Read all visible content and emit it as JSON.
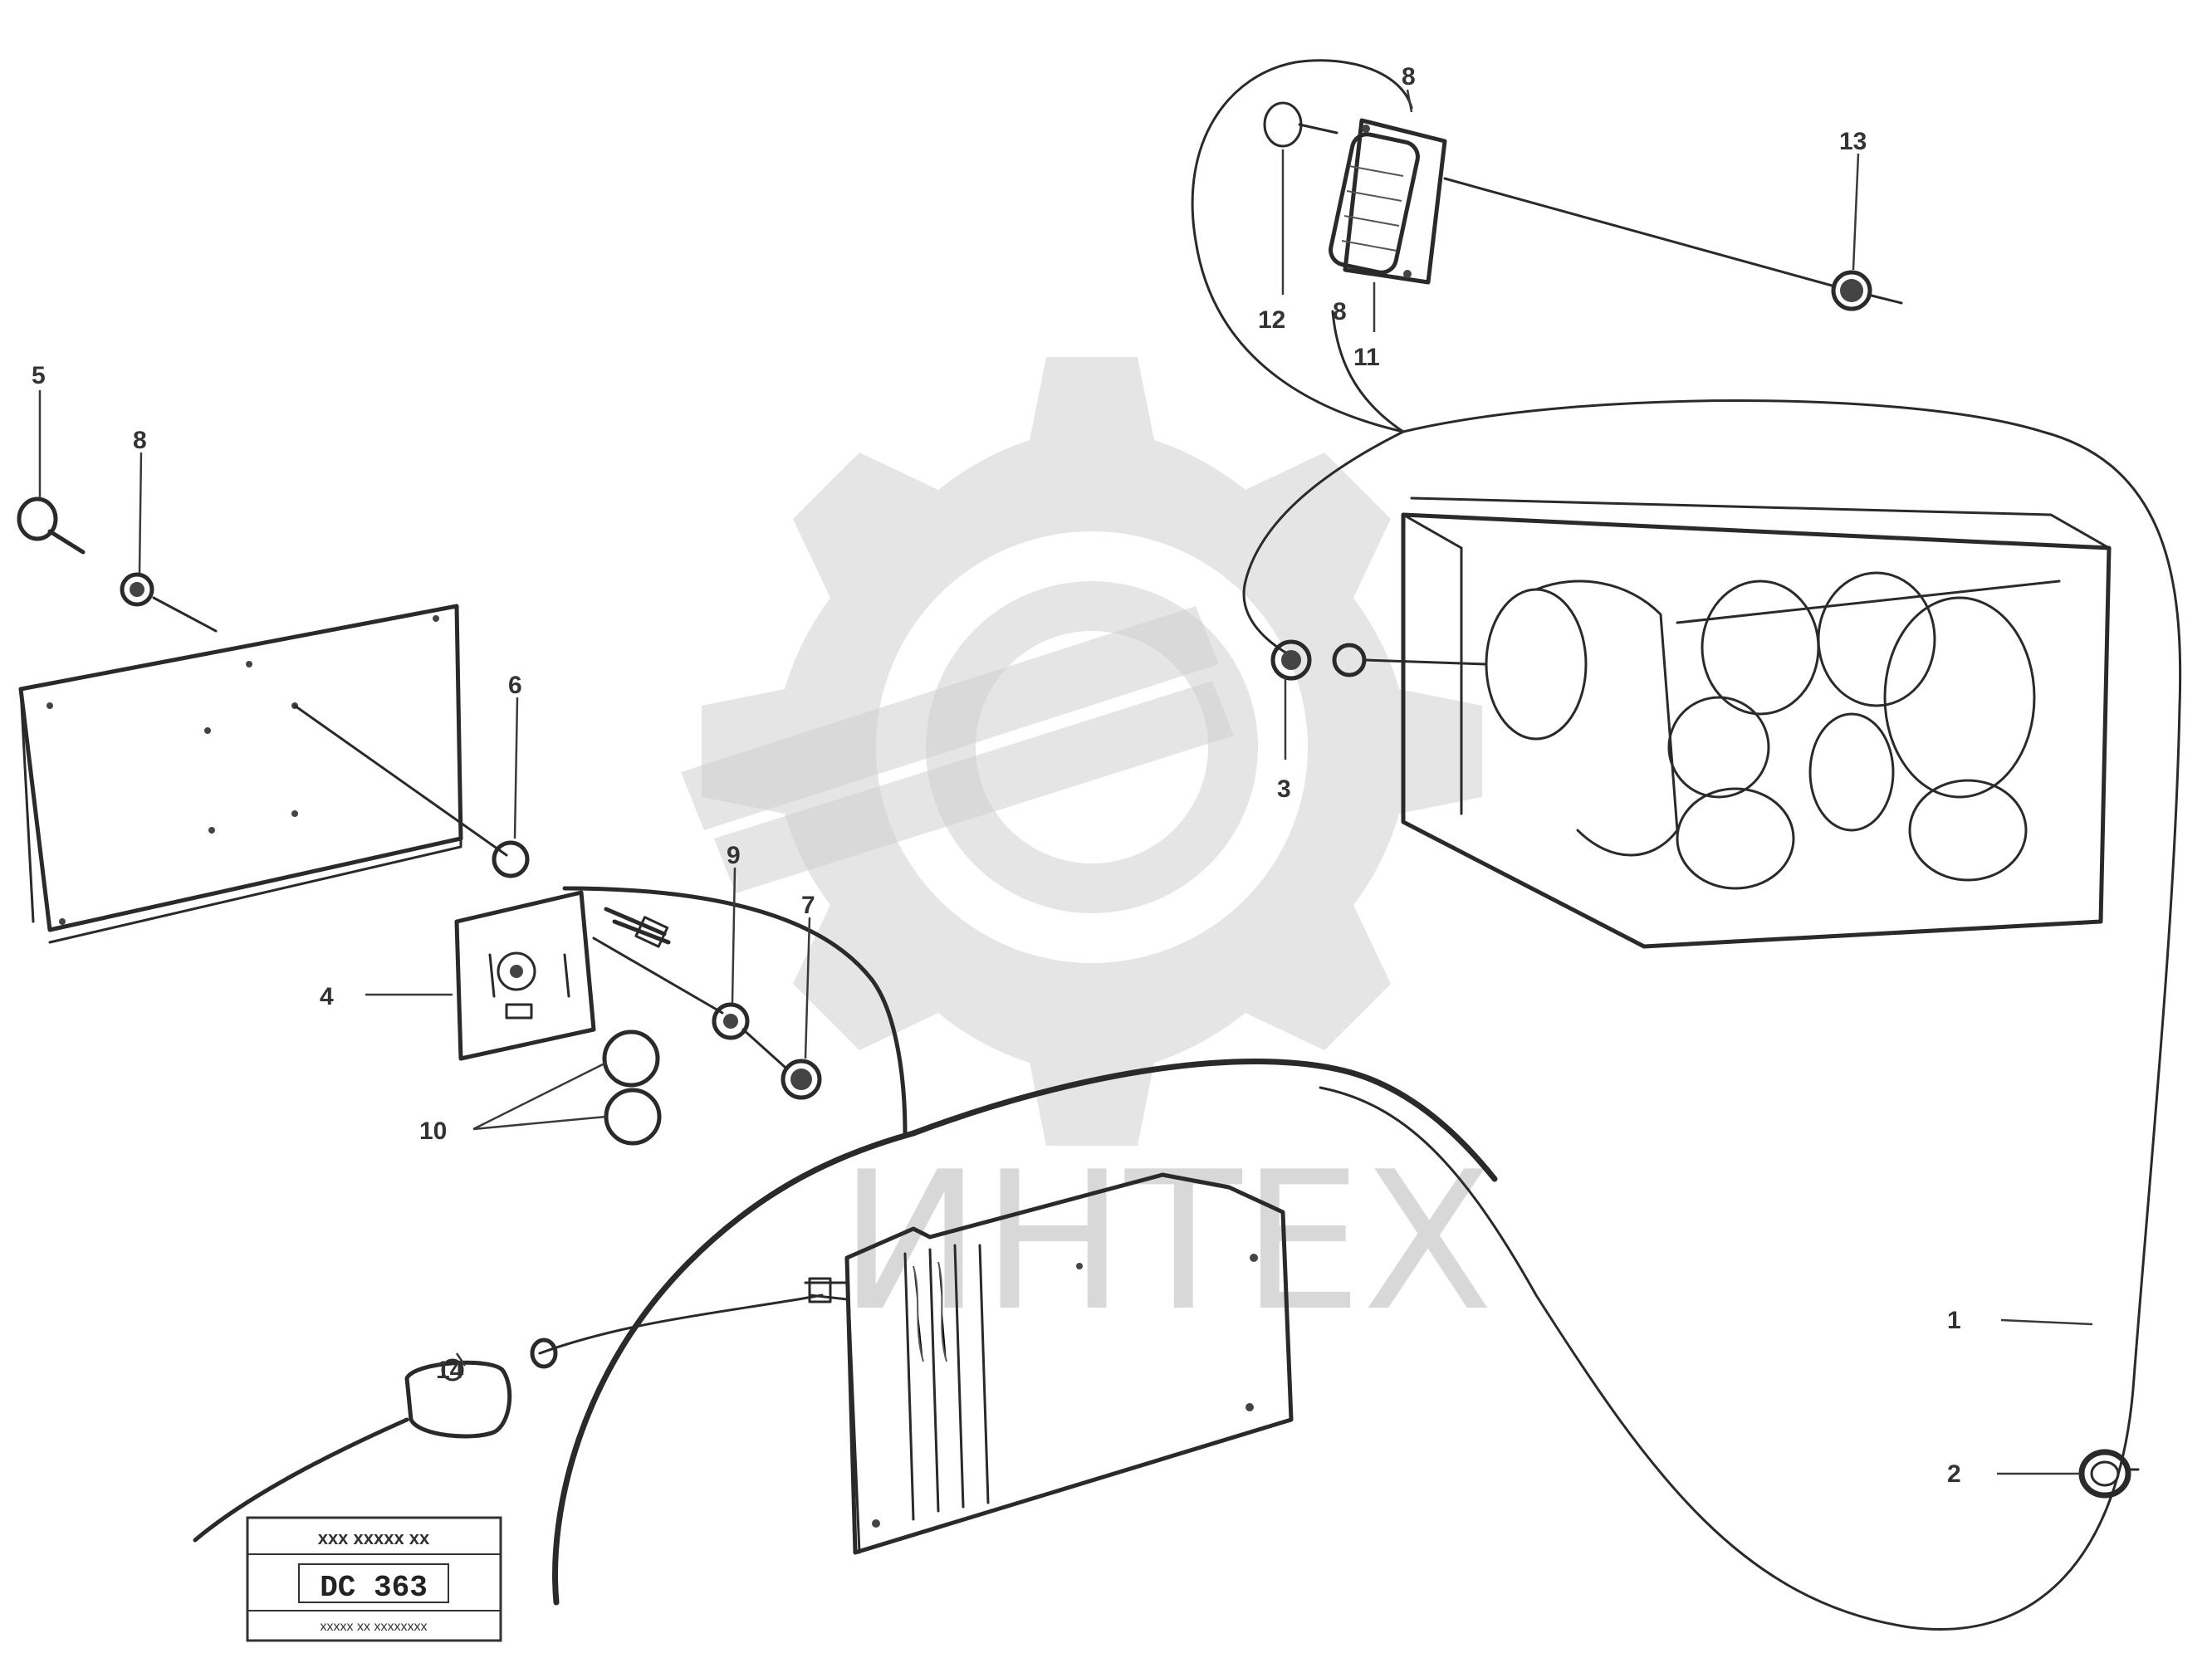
{
  "diagram": {
    "watermark": {
      "text": "ИНТЕХ"
    },
    "callouts": {
      "c1": "1",
      "c2": "2",
      "c3": "3",
      "c4": "4",
      "c5": "5",
      "c6": "6",
      "c7": "7",
      "c8a": "8",
      "c8b": "8",
      "c8c": "8",
      "c9": "9",
      "c10": "10",
      "c11": "11",
      "c12": "12",
      "c13": "13",
      "c14": "14"
    },
    "stamp": {
      "line1": "ххх  ххххх  хх",
      "code": "DC 363",
      "line3": "ххххх хх хххххххх"
    }
  }
}
